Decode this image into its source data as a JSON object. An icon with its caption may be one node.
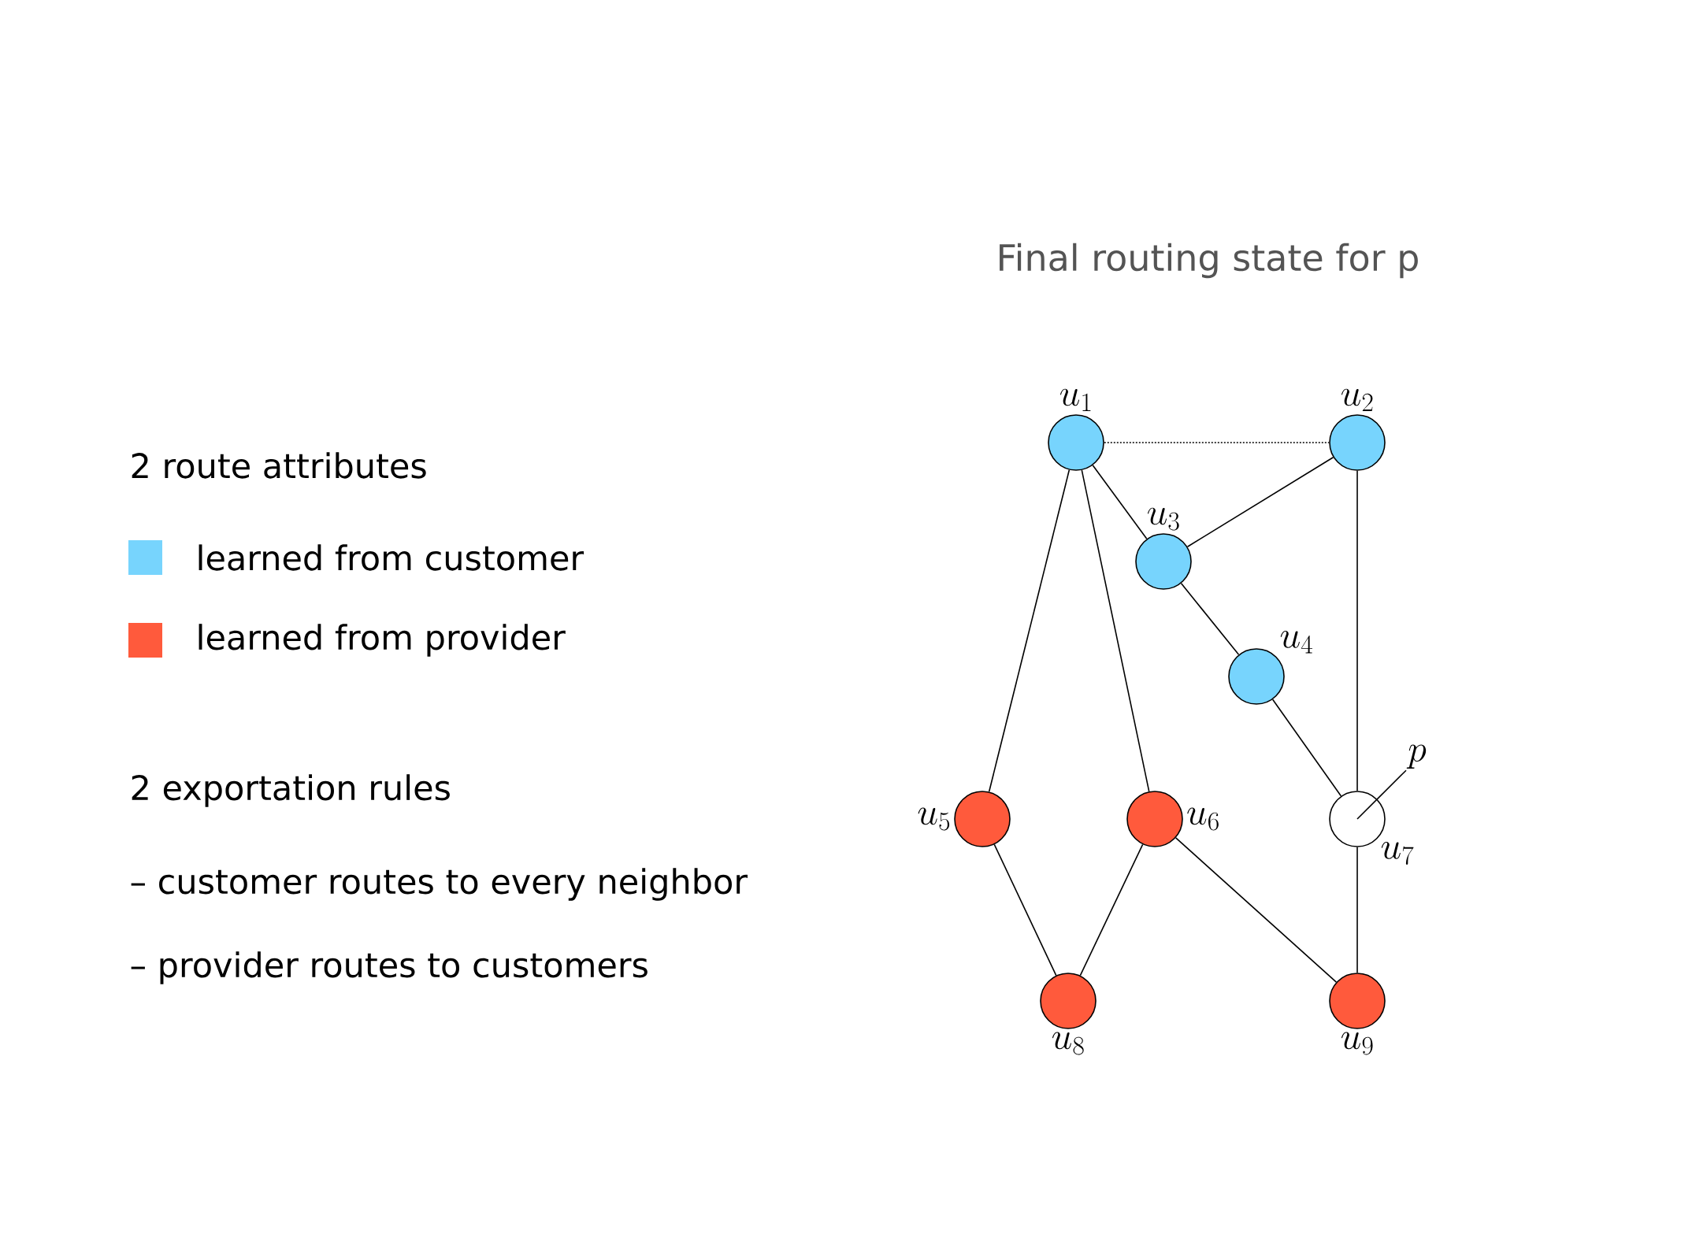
{
  "diagram": {
    "title": "Final routing state for p",
    "nodes": [
      {
        "text": [
          "u_1"
        ]
      },
      {
        "text": [
          "u_2"
        ]
      },
      {
        "text": [
          "u_3"
        ]
      },
      {
        "text": [
          "u_4"
        ]
      },
      {
        "text": [
          "u_5"
        ]
      },
      {
        "text": [
          "u_6"
        ]
      },
      {
        "text": [
          "u_7"
        ]
      },
      {
        "text": [
          "u_8"
        ]
      },
      {
        "text": [
          "u_9"
        ]
      },
      {
        "text": [
          "p"
        ]
      }
    ],
    "edges": [
      {
        "from": 0,
        "to": 1,
        "arrow": "none",
        "style": "dashed"
      },
      {
        "from": 0,
        "to": 2,
        "arrow": "none"
      },
      {
        "from": 1,
        "to": 2,
        "arrow": "none"
      },
      {
        "from": 2,
        "to": 3,
        "arrow": "none"
      },
      {
        "from": 3,
        "to": 6,
        "arrow": "none"
      },
      {
        "from": 1,
        "to": 6,
        "arrow": "none"
      },
      {
        "from": 0,
        "to": 4,
        "arrow": "none"
      },
      {
        "from": 0,
        "to": 5,
        "arrow": "none"
      },
      {
        "from": 4,
        "to": 7,
        "arrow": "none"
      },
      {
        "from": 5,
        "to": 7,
        "arrow": "none"
      },
      {
        "from": 5,
        "to": 8,
        "arrow": "none"
      },
      {
        "from": 6,
        "to": 8,
        "arrow": "none"
      },
      {
        "from": 9,
        "to": 6,
        "arrow": "none"
      }
    ],
    "labels": [
      "2 route attributes",
      "2 exportation rules",
      "– customer routes to every neighbor",
      "– provider routes to customers"
    ],
    "legend": [
      {
        "text": "learned from customer",
        "color": "#77d4fd"
      },
      {
        "text": "learned from provider",
        "color": "#ff5a3c"
      }
    ]
  }
}
